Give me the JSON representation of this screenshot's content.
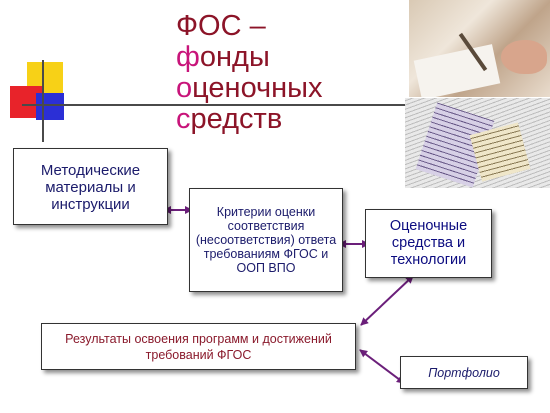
{
  "title": {
    "line1": "ФОС –",
    "line2_first": "ф",
    "line2_rest": "онды",
    "line3_first": "о",
    "line3_rest": "ценочных",
    "line4_first": "с",
    "line4_rest": "редств"
  },
  "boxes": {
    "methods": "Методические материалы и инструкции",
    "criteria": "Критерии оценки соответствия (несоответствия) ответа требованиям ФГОС и ООП ВПО",
    "tools": "Оценочные средства и технологии",
    "results": "Результаты освоения программ и достижений требований ФГОС",
    "portfolio": "Портфолио"
  },
  "colors": {
    "title": "#8c1428",
    "title_highlight": "#c8147a",
    "box_text": "#1b1b6b",
    "results_text": "#8a1a2c",
    "arrow": "#6b1f7a"
  }
}
